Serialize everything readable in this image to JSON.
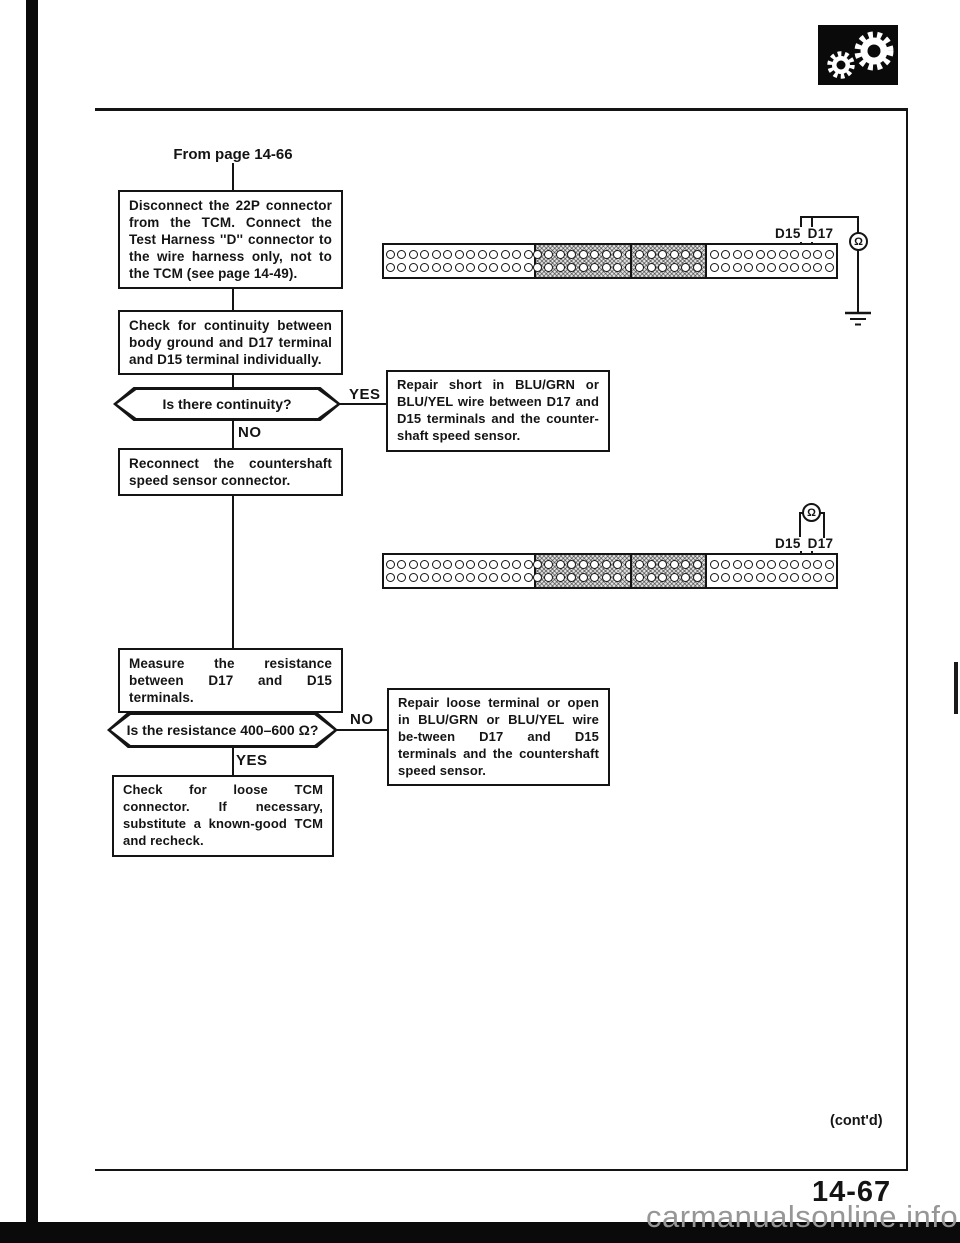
{
  "page": {
    "from_label": "From page 14-66",
    "contd_label": "(cont'd)",
    "page_number": "14-67",
    "watermark": "carmanualsonline.info"
  },
  "flow": {
    "box_disconnect": "Disconnect the 22P connector from the TCM. Connect the Test Harness ''D'' connector to the wire harness only, not to the TCM (see page 14-49).",
    "box_continuity_check": "Check for continuity between body ground and D17 terminal and D15 terminal individually.",
    "decision_continuity": "Is there continuity?",
    "label_yes_1": "YES",
    "label_no_1": "NO",
    "box_repair_short": "Repair short in BLU/GRN or BLU/YEL wire between D17 and D15 terminals and the counter-shaft speed sensor.",
    "box_reconnect": "Reconnect the countershaft speed sensor connector.",
    "box_measure": "Measure the resistance between D17 and D15 terminals.",
    "decision_resistance": "Is the resistance 400–600 Ω?",
    "label_no_2": "NO",
    "label_yes_2": "YES",
    "box_repair_open": "Repair loose terminal or open in BLU/GRN or BLU/YEL wire be-tween D17 and D15 terminals and the countershaft speed sensor.",
    "box_check_tcm": "Check for loose TCM connector. If necessary, substitute a known-good TCM and recheck."
  },
  "connector": {
    "label_d15": "D15",
    "label_d17": "D17",
    "ohm_symbol": "Ω",
    "sections": [
      {
        "pins_per_row": 13,
        "rows": 2,
        "shaded": false
      },
      {
        "pins_per_row": 9,
        "rows": 2,
        "shaded": true
      },
      {
        "pins_per_row": 6,
        "rows": 2,
        "shaded": true
      },
      {
        "pins_per_row": 11,
        "rows": 2,
        "shaded": false
      }
    ]
  },
  "colors": {
    "ink": "#141414",
    "watermark_gray": "#969696",
    "badge_black": "#0a0a0a"
  }
}
